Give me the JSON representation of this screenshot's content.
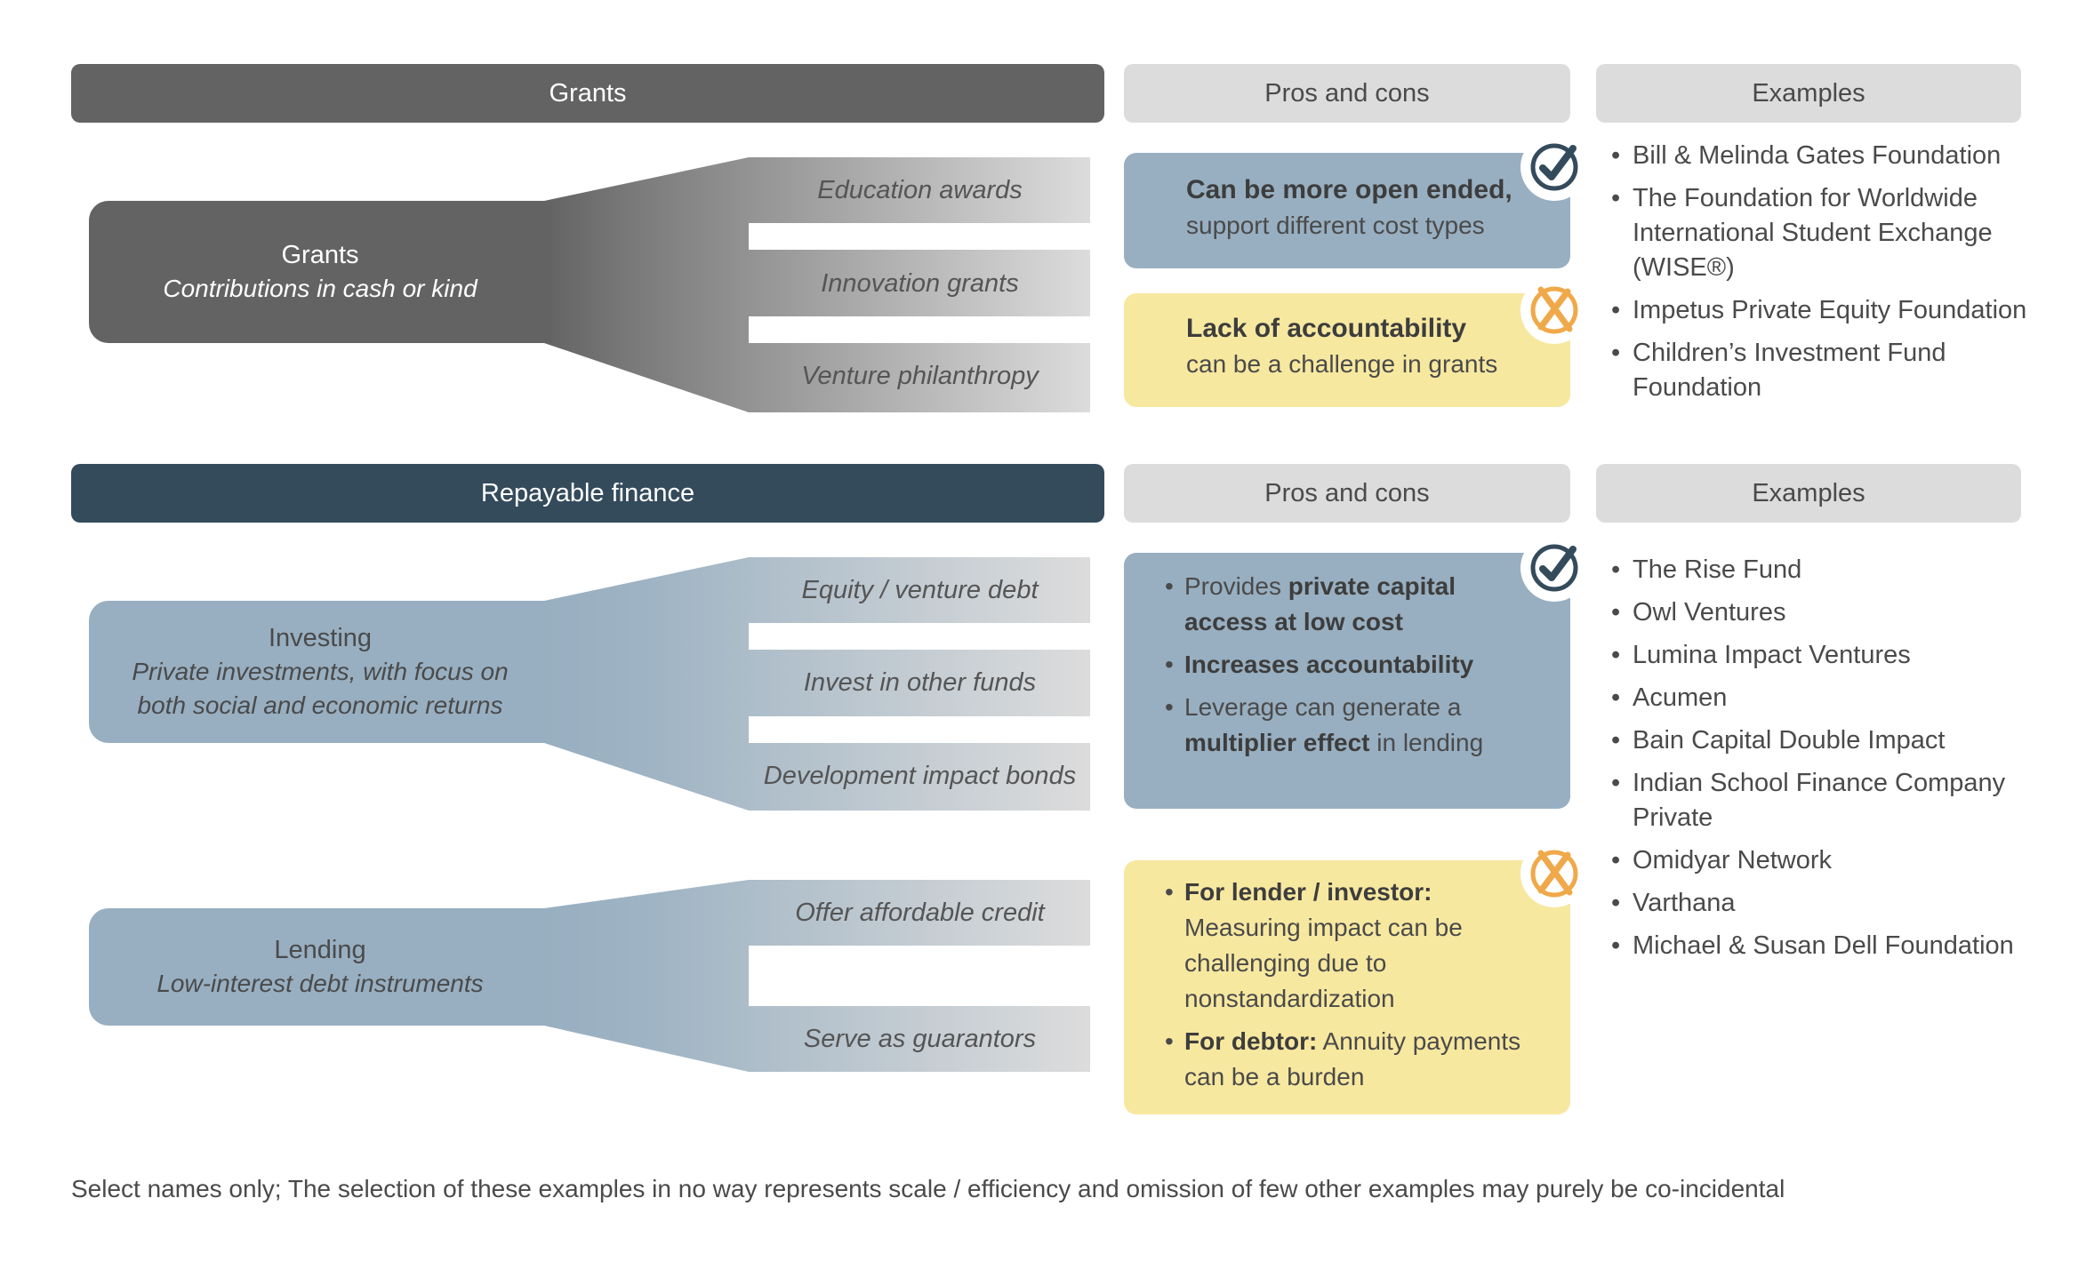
{
  "sections": {
    "grants": {
      "header": "Grants",
      "pros_cons_header": "Pros and cons",
      "examples_header": "Examples",
      "main_title": "Grants",
      "main_subtitle": "Contributions in cash or kind",
      "instruments": [
        "Education awards",
        "Innovation grants",
        "Venture philanthropy"
      ],
      "pro": {
        "bold": "Can be more open ended,",
        "text": "support different cost types"
      },
      "con": {
        "bold": "Lack of accountability",
        "text": "can be a challenge in grants"
      },
      "examples": [
        "Bill & Melinda Gates Foundation",
        "The Foundation for Worldwide International Student Exchange (WISE®)",
        "Impetus Private Equity Foundation",
        "Children’s Investment Fund Foundation"
      ]
    },
    "repayable": {
      "header": "Repayable finance",
      "pros_cons_header": "Pros and cons",
      "examples_header": "Examples",
      "investing": {
        "title": "Investing",
        "subtitle": "Private investments, with focus on both social and economic returns",
        "instruments": [
          "Equity / venture debt",
          "Invest in other funds",
          "Development impact bonds"
        ]
      },
      "lending": {
        "title": "Lending",
        "subtitle": "Low-interest debt instruments",
        "instruments": [
          "Offer affordable credit",
          "Serve as guarantors"
        ]
      },
      "pros": [
        {
          "pre": "Provides ",
          "bold": "private capital access at low cost",
          "post": ""
        },
        {
          "pre": "",
          "bold": "Increases accountability",
          "post": ""
        },
        {
          "pre": "Leverage can generate a ",
          "bold": "multiplier effect",
          "post": " in lending"
        }
      ],
      "cons": [
        {
          "bold": "For lender / investor:",
          "text": "Measuring impact can be challenging due to nonstandardization"
        },
        {
          "bold": "For debtor:",
          "text": "Annuity payments can be a burden"
        }
      ],
      "examples": [
        "The Rise Fund",
        "Owl Ventures",
        "Lumina Impact Ventures",
        "Acumen",
        "Bain Capital Double Impact",
        "Indian School Finance Company Private",
        "Omidyar Network",
        "Varthana",
        "Michael & Susan Dell Foundation"
      ]
    }
  },
  "footnote": "Select names only; The selection of these examples in no way represents scale / efficiency and omission of few other examples may purely be co-incidental",
  "colors": {
    "grants_dark": "#636363",
    "navy": "#344b5c",
    "light_grey": "#dcdcdc",
    "pro_blue": "#98afc1",
    "con_yellow": "#f7e8a0",
    "check_navy": "#344b5c",
    "cross_orange": "#f0a94a"
  },
  "icons": {
    "pro": "checkmark-icon",
    "con": "cross-icon"
  }
}
